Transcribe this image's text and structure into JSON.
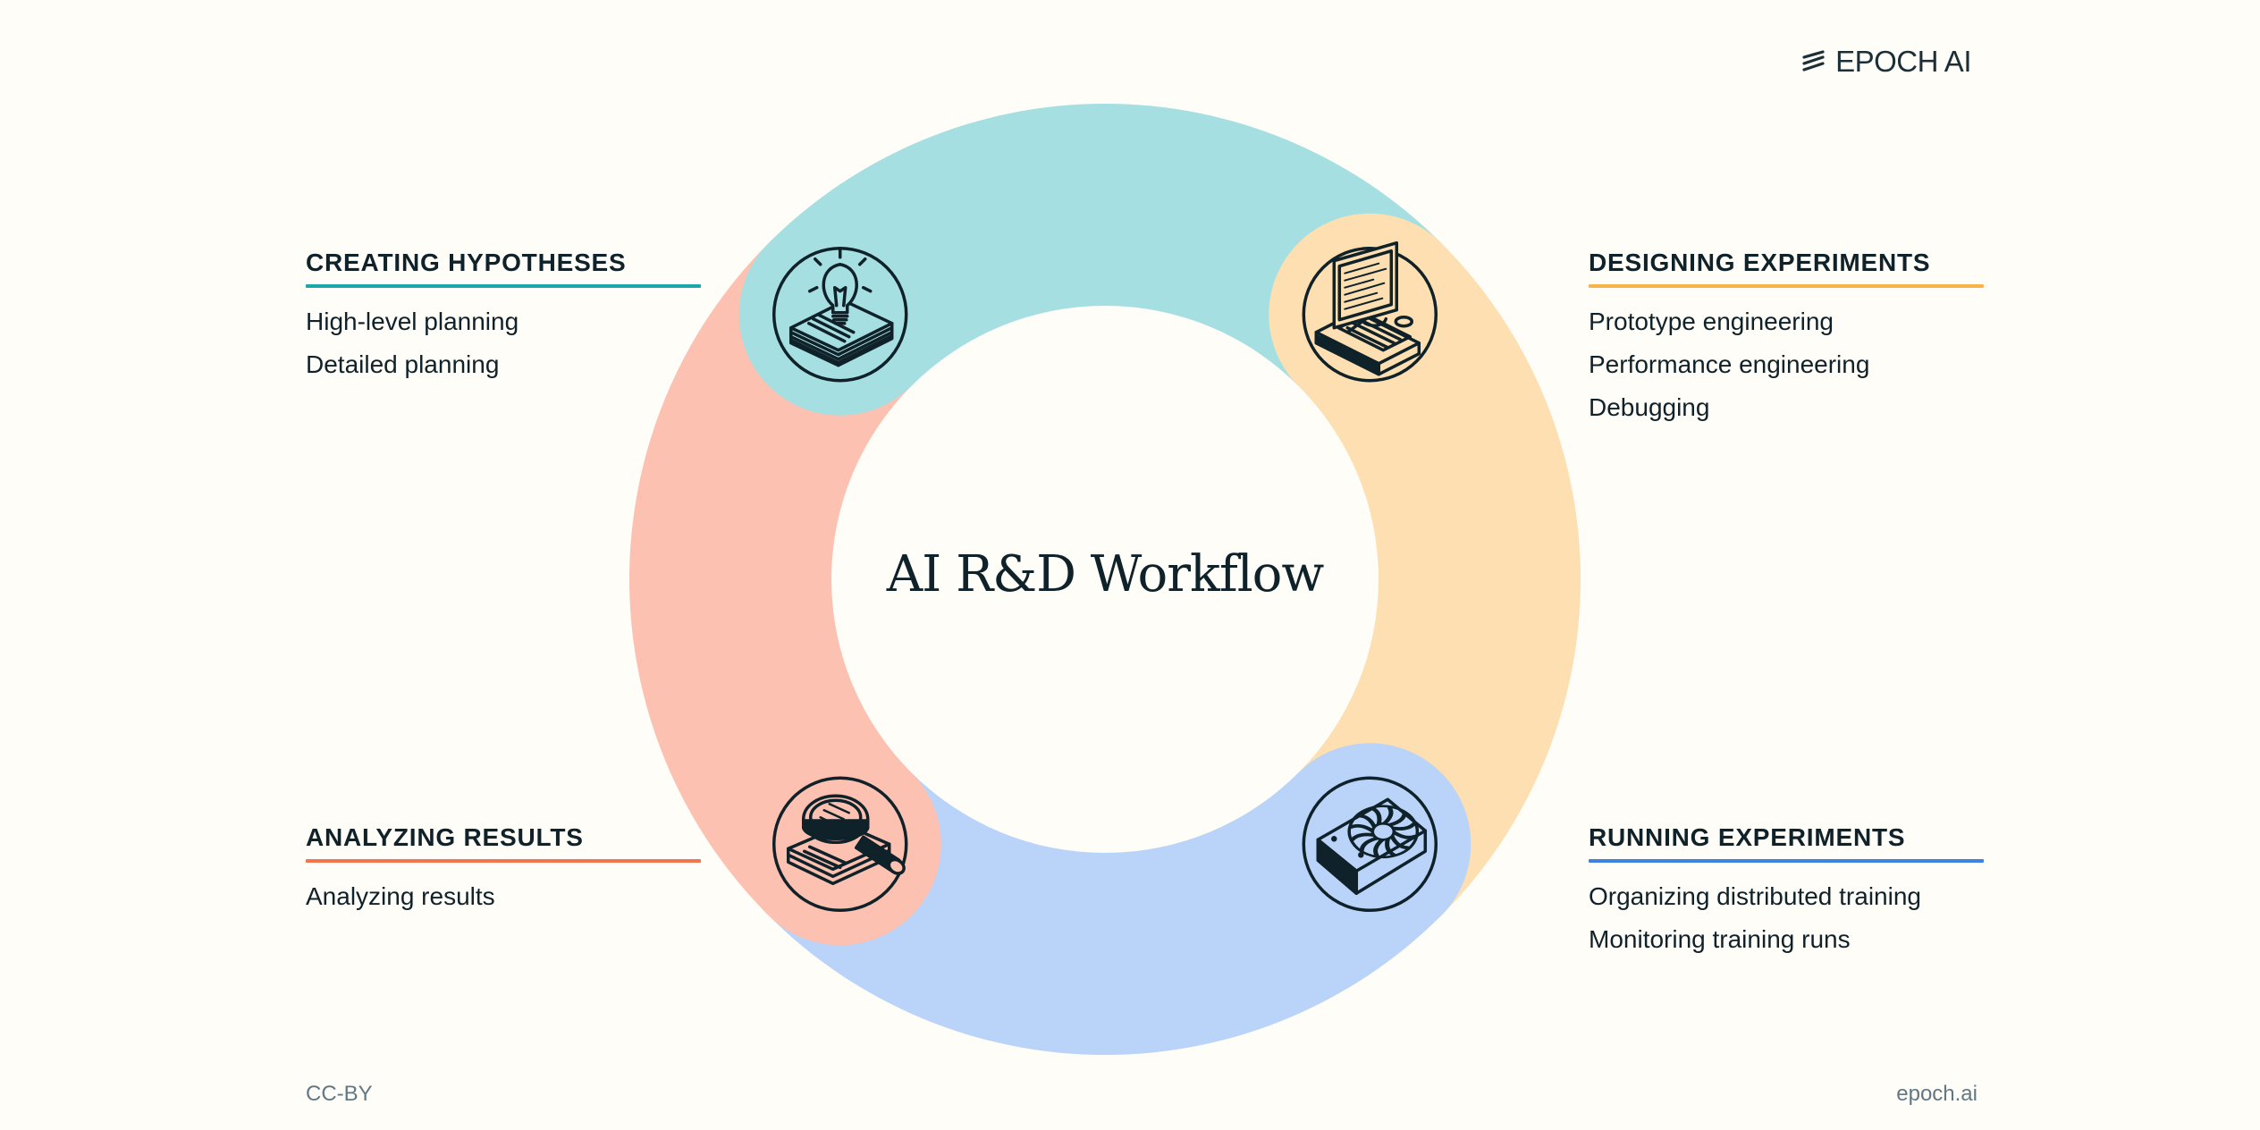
{
  "brand": {
    "name": "EPOCH AI",
    "logo_icon": "epoch-stripes-icon"
  },
  "title": "AI R&D Workflow",
  "stages": [
    {
      "heading": "CREATING HYPOTHESES",
      "color": "#a6dfe1",
      "accent": "#1aa8ad",
      "icon": "lightbulb-documents-icon",
      "items": [
        "High-level planning",
        "Detailed planning"
      ]
    },
    {
      "heading": "DESIGNING EXPERIMENTS",
      "color": "#fddfb1",
      "accent": "#f9b449",
      "icon": "computer-terminal-icon",
      "items": [
        "Prototype engineering",
        "Performance engineering",
        "Debugging"
      ]
    },
    {
      "heading": "RUNNING EXPERIMENTS",
      "color": "#bad3f8",
      "accent": "#3f83e0",
      "icon": "gpu-card-icon",
      "items": [
        "Organizing distributed training",
        "Monitoring training runs"
      ]
    },
    {
      "heading": "ANALYZING RESULTS",
      "color": "#fcc1b1",
      "accent": "#f6744d",
      "icon": "magnifier-documents-icon",
      "items": [
        "Analyzing results"
      ]
    }
  ],
  "footer": {
    "license": "CC-BY",
    "site": "epoch.ai"
  }
}
